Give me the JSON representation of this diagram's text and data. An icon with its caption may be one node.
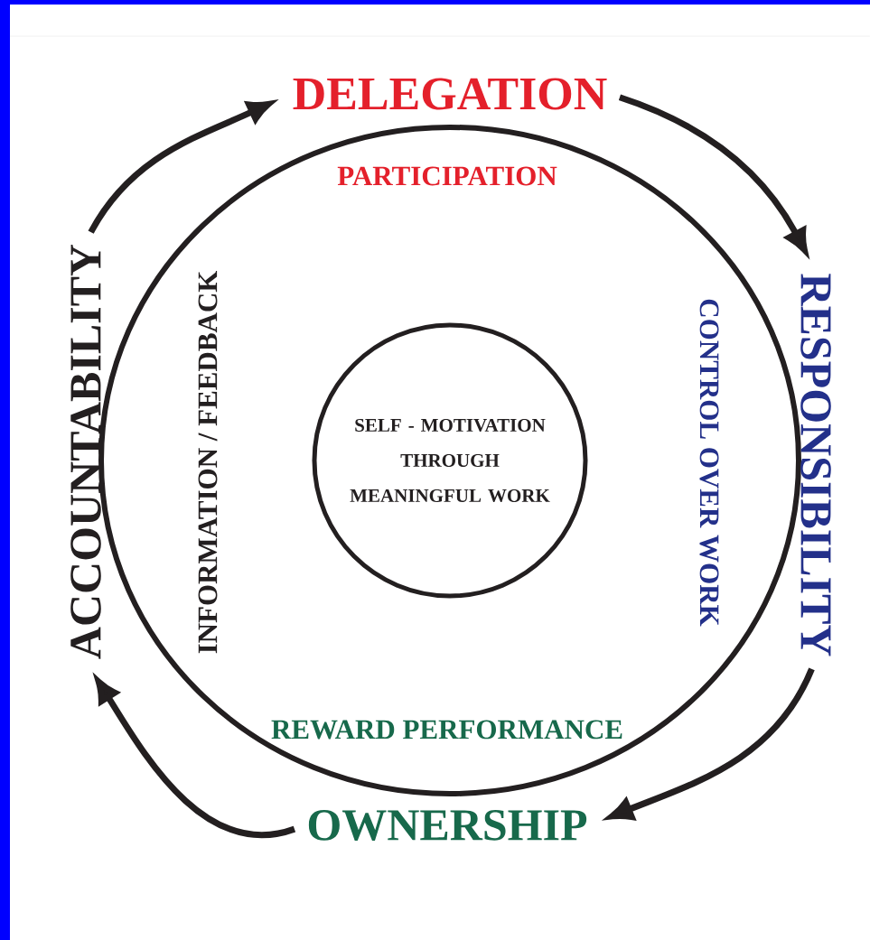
{
  "diagram": {
    "nodes": [
      {
        "text": [
          "DELEGATION"
        ]
      },
      {
        "text": [
          "ACCOUNTABILITY"
        ]
      },
      {
        "text": [
          "PARTICIPATION",
          "INFORMATION / FEEDBACK",
          "CONTROL OVER WORK",
          "REWARD PERFORMANCE"
        ]
      },
      {
        "text": [
          "SELF - MOTIVATION THROUGH MEANINGFUL WORK"
        ],
        "in": 2
      },
      {
        "text": [
          "RESPONSIBILITY"
        ]
      },
      {
        "text": [
          "OWNERSHIP"
        ]
      }
    ],
    "edges": [
      {
        "from": 1,
        "to": 0,
        "arrow": "to"
      },
      {
        "from": 0,
        "to": 4,
        "arrow": "to"
      },
      {
        "from": 4,
        "to": 5,
        "arrow": "to"
      },
      {
        "from": 5,
        "to": 1,
        "arrow": "to"
      }
    ]
  }
}
